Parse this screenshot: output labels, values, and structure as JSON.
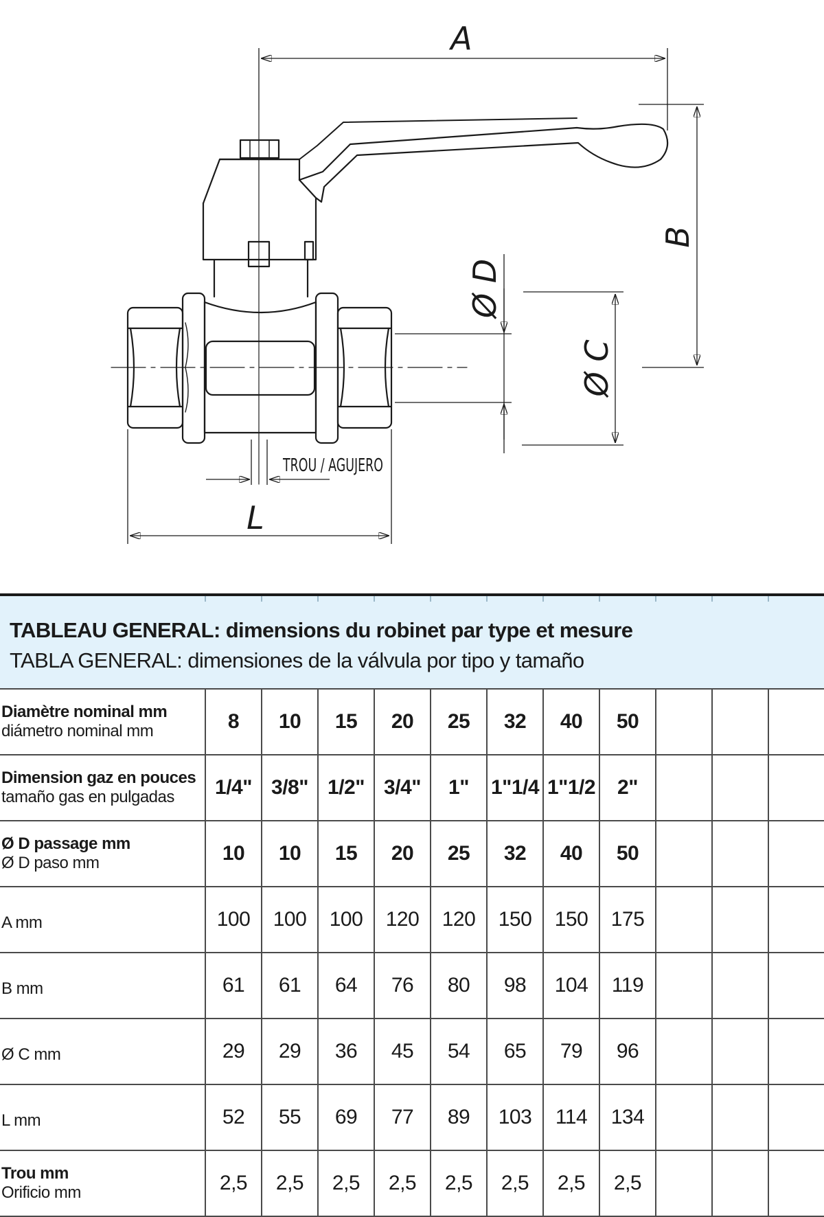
{
  "drawing": {
    "dimension_labels": {
      "a": "A",
      "b": "B",
      "c": "Ø C",
      "d": "Ø D",
      "l": "L"
    },
    "hole_label": "TROU / AGUJERO"
  },
  "table": {
    "title_fr_bold": "TABLEAU GENERAL:",
    "title_fr_rest": " dimensions du robinet par type et mesure",
    "title_es": "TABLA GENERAL: dimensiones de la válvula por tipo y tamaño",
    "rows": [
      {
        "label_fr": "Diamètre nominal mm",
        "label_es": "diámetro nominal mm",
        "values": [
          "8",
          "10",
          "15",
          "20",
          "25",
          "32",
          "40",
          "50"
        ]
      },
      {
        "label_fr": "Dimension gaz en pouces",
        "label_es": "tamaño gas en pulgadas",
        "values": [
          "1/4\"",
          "3/8\"",
          "1/2\"",
          "3/4\"",
          "1\"",
          "1\"1/4",
          "1\"1/2",
          "2\""
        ]
      },
      {
        "label_fr": "Ø D passage mm",
        "label_es": "Ø D paso mm",
        "values": [
          "10",
          "10",
          "15",
          "20",
          "25",
          "32",
          "40",
          "50"
        ]
      },
      {
        "label": "A mm",
        "values": [
          "100",
          "100",
          "100",
          "120",
          "120",
          "150",
          "150",
          "175"
        ]
      },
      {
        "label": "B mm",
        "values": [
          "61",
          "61",
          "64",
          "76",
          "80",
          "98",
          "104",
          "119"
        ]
      },
      {
        "label": "Ø C mm",
        "values": [
          "29",
          "29",
          "36",
          "45",
          "54",
          "65",
          "79",
          "96"
        ]
      },
      {
        "label": "L mm",
        "values": [
          "52",
          "55",
          "69",
          "77",
          "89",
          "103",
          "114",
          "134"
        ]
      },
      {
        "label_fr": "Trou mm",
        "label_es": "Orificio mm",
        "values": [
          "2,5",
          "2,5",
          "2,5",
          "2,5",
          "2,5",
          "2,5",
          "2,5",
          "2,5"
        ]
      }
    ]
  },
  "colors": {
    "title_band": "#e2f2fb",
    "ink": "#1a1a1a",
    "grid": "#4a4a4a"
  }
}
